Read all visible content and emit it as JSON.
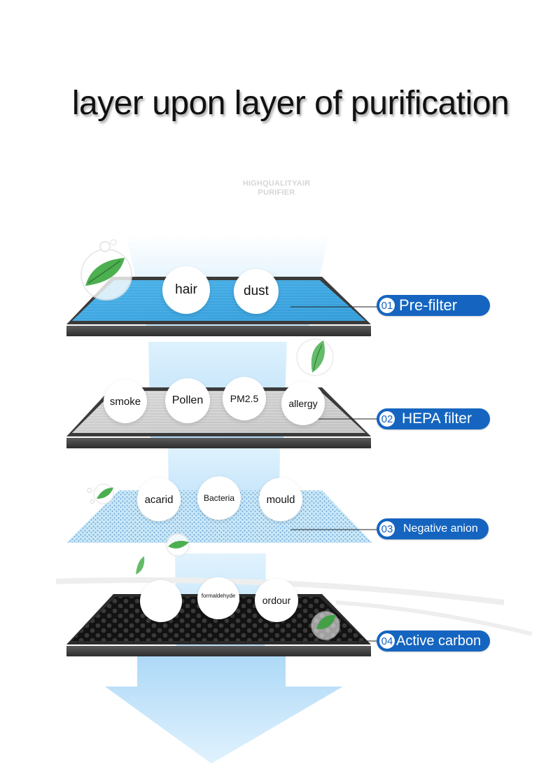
{
  "title": "layer upon layer of purification",
  "subtitle_line1": "HIGHQUALITYAIR",
  "subtitle_line2": "PURIFIER",
  "colors": {
    "accent": "#1565c0",
    "prefilter_surface": "#3aa7e0",
    "hepa_surface": "#cfcfcf",
    "anion_surface": "#a9d8f2",
    "carbon_surface": "#1e1e1e",
    "airflow": "#bfe3fb",
    "leaf": "#4caf50"
  },
  "layers": [
    {
      "number": "01",
      "name": "Pre-filter",
      "pollutants": [
        "hair",
        "dust"
      ]
    },
    {
      "number": "02",
      "name": "HEPA filter",
      "pollutants": [
        "smoke",
        "Pollen",
        "PM2.5",
        "allergy"
      ]
    },
    {
      "number": "03",
      "name": "Negative anion",
      "pollutants": [
        "acarid",
        "Bacteria",
        "mould"
      ]
    },
    {
      "number": "04",
      "name": "Active carbon",
      "pollutants": [
        "",
        "formaldehyde",
        "ordour"
      ]
    }
  ],
  "icons": [
    "leaf-icon",
    "water-drop-icon",
    "down-arrow-icon"
  ]
}
